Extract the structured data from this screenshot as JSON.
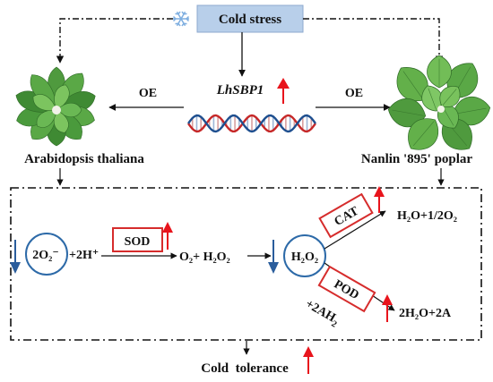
{
  "top": {
    "stress_label": "Cold stress",
    "gene_label": "LhSBP1",
    "left_arrow_label": "OE",
    "right_arrow_label": "OE"
  },
  "plants": {
    "left_name": "Arabidopsis thaliana",
    "right_name": "Nanlin '895' poplar"
  },
  "pathway": {
    "substrate_left": "2O₂⁻",
    "substrate_right": "+2H⁺",
    "enzyme1": "SOD",
    "product1": "O₂+ H₂O₂",
    "center": "H₂O₂",
    "enzyme_cat": "CAT",
    "product_cat": "H₂O+1/2O₂",
    "enzyme_pod": "POD",
    "pod_cofactor_main": "+2AH",
    "pod_cofactor_sub": "2",
    "product_pod": "2H₂O+2A"
  },
  "footer": {
    "outcome": "Cold  tolerance"
  },
  "colors": {
    "stress_box_fill": "#b8cfea",
    "stress_box_stroke": "#8eaacf",
    "up_arrow": "#e8141c",
    "down_arrow": "#2a5d9c",
    "enzyme_box_stroke": "#d62c2c",
    "circle_stroke": "#2d6aa8",
    "dna_red": "#c62828",
    "dna_blue": "#1e4f8f"
  },
  "icons": {
    "stress_icon": "snowflake-icon",
    "left_plant": "arabidopsis-rosette-icon",
    "right_plant": "poplar-seedling-icon",
    "gene_graphic": "dna-helix-icon"
  }
}
